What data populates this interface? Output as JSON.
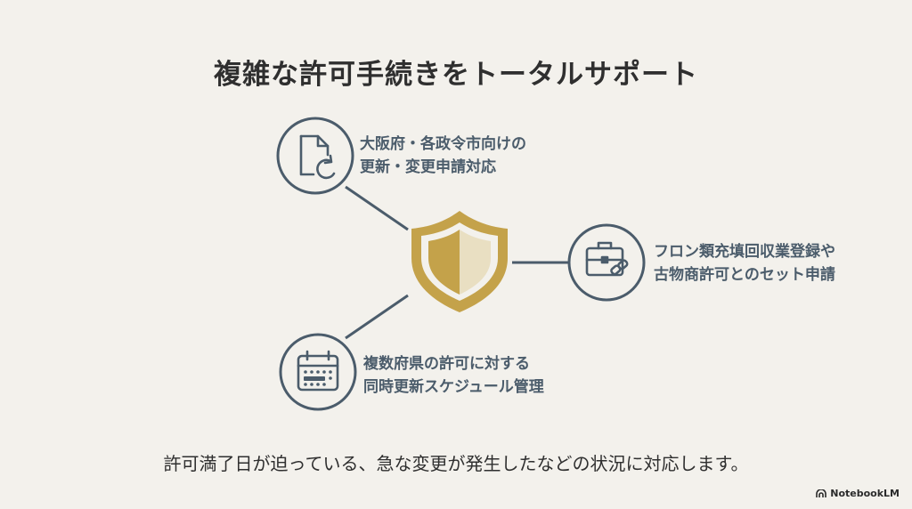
{
  "title": "複雑な許可手続きをトータルサポート",
  "items": [
    {
      "icon": "document-refresh-icon",
      "line1": "大阪府・各政令市向けの",
      "line2": "更新・変更申請対応"
    },
    {
      "icon": "briefcase-link-icon",
      "line1": "フロン類充填回収業登録や",
      "line2": "古物商許可とのセット申請"
    },
    {
      "icon": "calendar-icon",
      "line1": "複数府県の許可に対する",
      "line2": "同時更新スケジュール管理"
    }
  ],
  "center_icon": "shield-icon",
  "caption": "許可満了日が迫っている、急な変更が発生したなどの状況に対応します。",
  "brand": "NotebookLM",
  "colors": {
    "background": "#f3f1ec",
    "accent": "#4b5c6b",
    "shield": "#c4a24a"
  }
}
